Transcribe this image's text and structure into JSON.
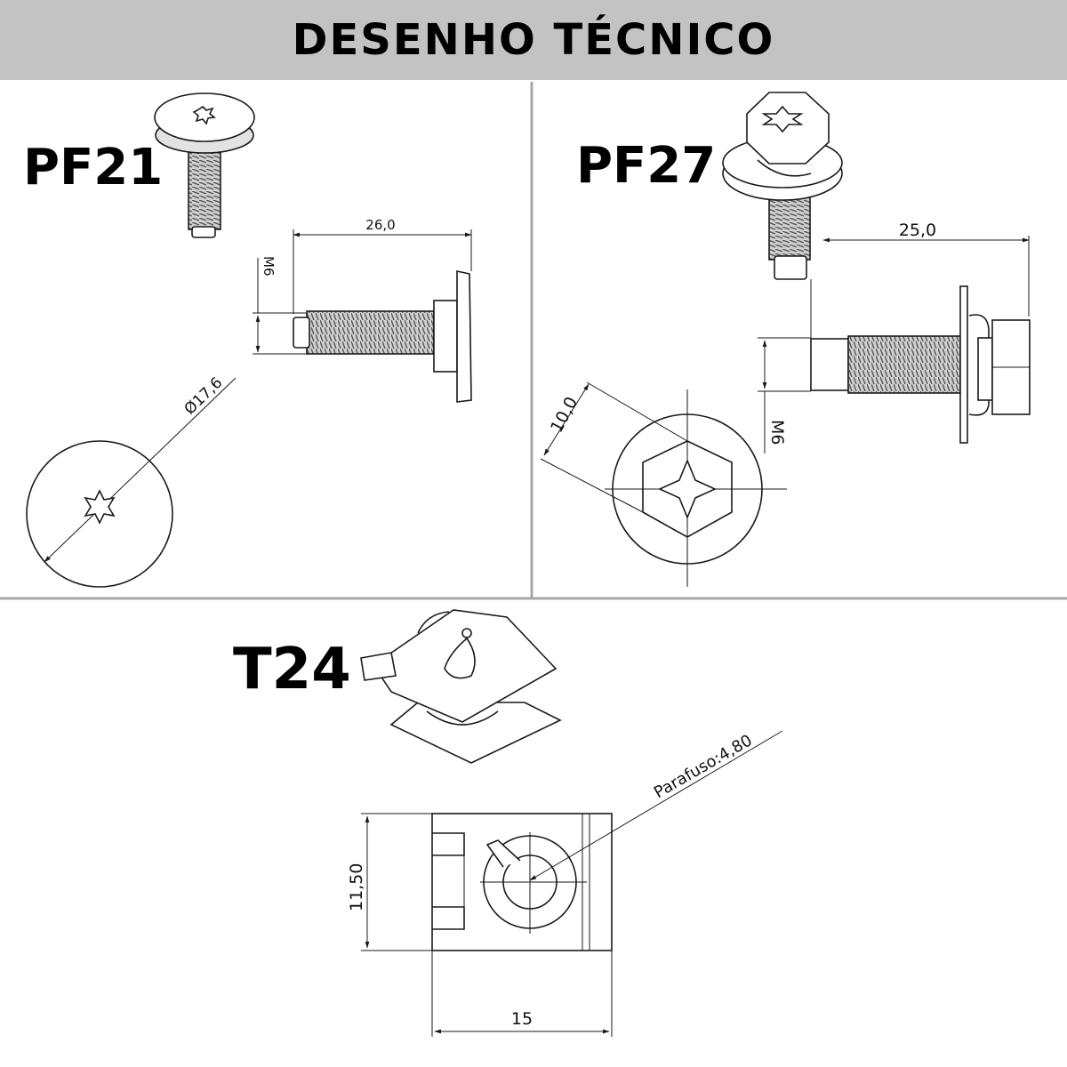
{
  "header": {
    "title": "DESENHO TÉCNICO"
  },
  "parts": {
    "pf21": {
      "label": "PF21",
      "dim_length": "26,0",
      "dim_thread": "M6",
      "dim_diameter": "Ø17,6"
    },
    "pf27": {
      "label": "PF27",
      "dim_length": "25,0",
      "dim_thread": "M6",
      "dim_hex": "10,0"
    },
    "t24": {
      "label": "T24",
      "dim_screw": "Parafuso:4,80",
      "dim_height": "11,50",
      "dim_width": "15"
    }
  },
  "colors": {
    "header_bg": "#c3c3c3",
    "divider": "#a8a8a8",
    "line": "#1a1a1a"
  }
}
